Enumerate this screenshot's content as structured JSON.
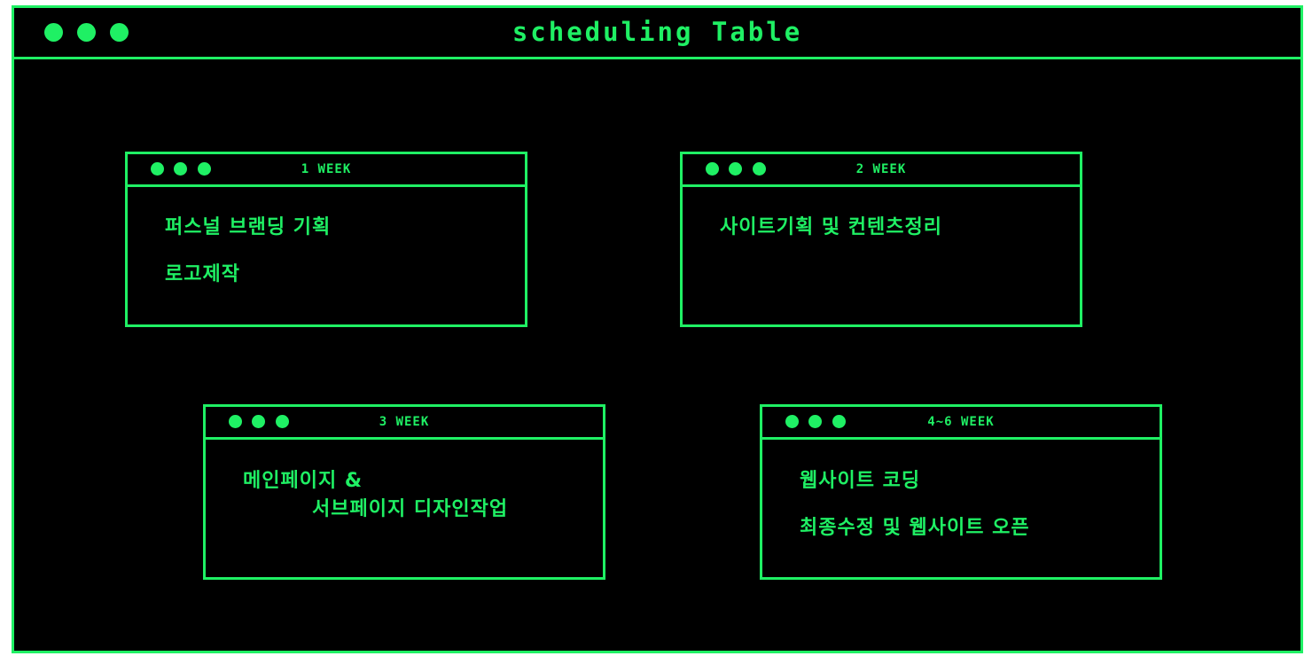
{
  "window": {
    "title": "scheduling Table",
    "accent_color": "#1ff064",
    "background_color": "#000000"
  },
  "cards": [
    {
      "title": "1 WEEK",
      "lines": [
        "퍼스널 브랜딩 기획",
        "로고제작"
      ]
    },
    {
      "title": "2 WEEK",
      "lines": [
        "사이트기획 및 컨텐츠정리"
      ]
    },
    {
      "title": "3 WEEK",
      "lines": [
        "메인페이지 &",
        "서브페이지 디자인작업"
      ]
    },
    {
      "title": "4~6 WEEK",
      "lines": [
        "웹사이트 코딩",
        "최종수정 및 웹사이트 오픈"
      ]
    }
  ]
}
